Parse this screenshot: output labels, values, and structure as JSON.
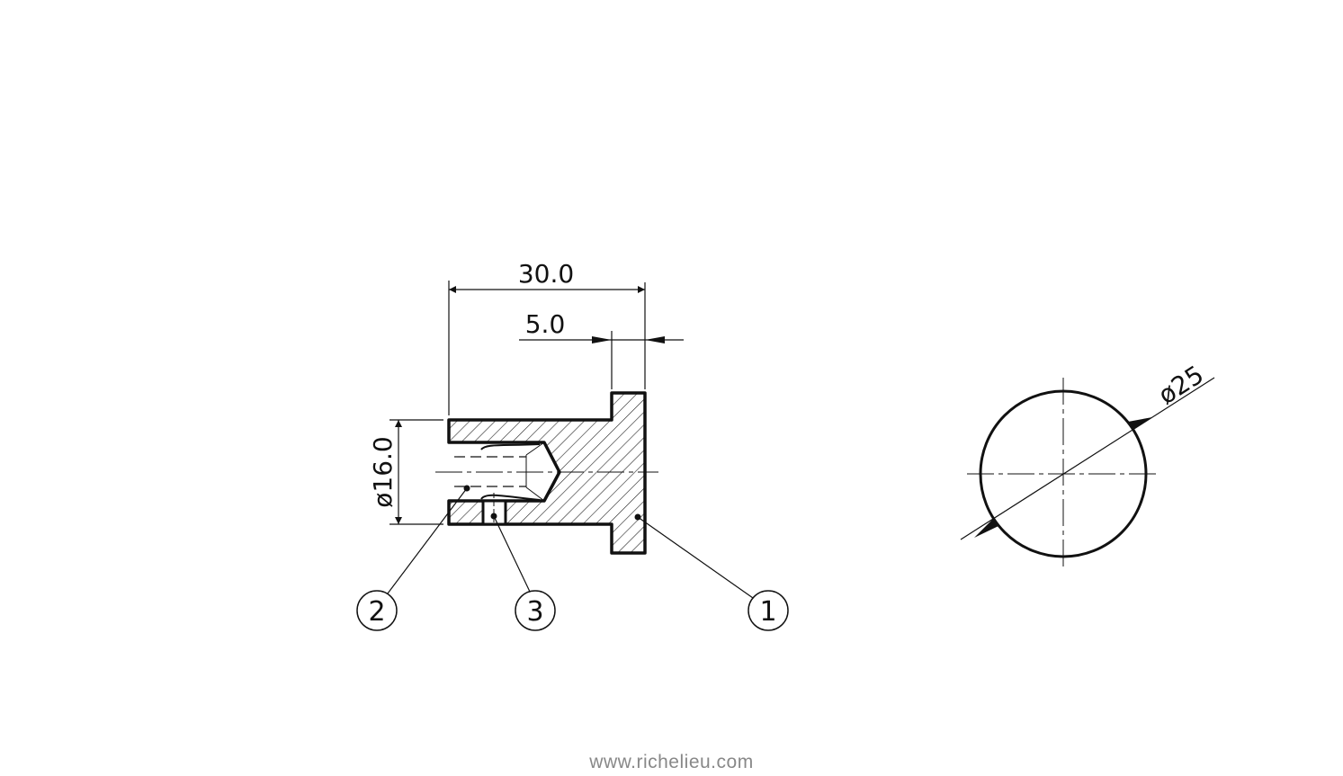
{
  "drawing": {
    "dimensions": {
      "overall_length": "30.0",
      "flange_thickness": "5.0",
      "sleeve_diameter": "ø16.0",
      "flange_diameter": "ø25"
    },
    "balloons": [
      "1",
      "2",
      "3"
    ]
  },
  "footer": {
    "url": "www.richelieu.com"
  }
}
